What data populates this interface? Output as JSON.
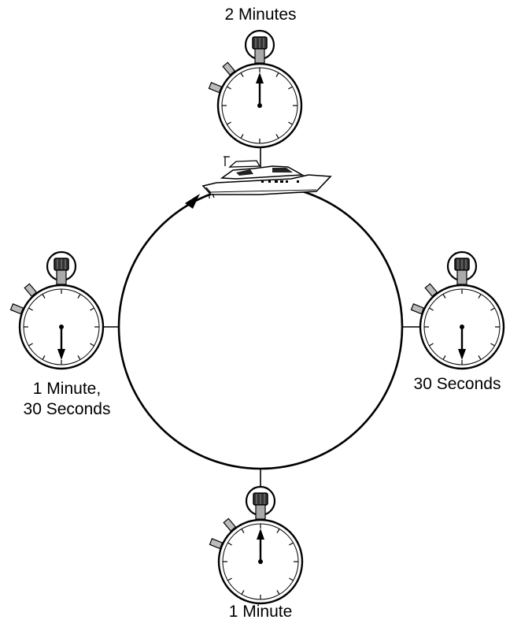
{
  "diagram": {
    "stations": [
      {
        "id": "top",
        "label_lines": [
          "2 Minutes"
        ],
        "hand": "up"
      },
      {
        "id": "right",
        "label_lines": [
          "30 Seconds"
        ],
        "hand": "down"
      },
      {
        "id": "bottom",
        "label_lines": [
          "1 Minute"
        ],
        "hand": "up"
      },
      {
        "id": "left",
        "label_lines": [
          "1 Minute,",
          "30 Seconds"
        ],
        "hand": "down"
      }
    ],
    "vessel_icon": "motor-yacht",
    "direction": "clockwise",
    "colors": {
      "line": "#000000",
      "crown_fill": "#333333",
      "button_fill": "#bbbbbb",
      "background": "#ffffff"
    }
  }
}
